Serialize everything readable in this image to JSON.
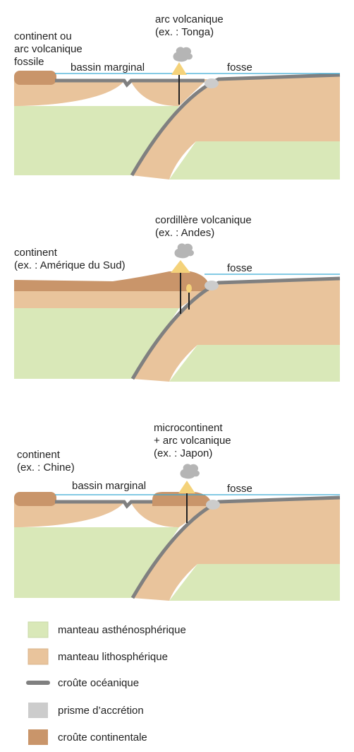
{
  "panels": [
    {
      "labels": {
        "continent": [
          "continent ou",
          "arc volcanique",
          "fossile"
        ],
        "arc": [
          "arc volcanique",
          "(ex. : Tonga)"
        ],
        "basin": "bassin marginal",
        "trench": "fosse"
      }
    },
    {
      "labels": {
        "continent": [
          "continent",
          "(ex. : Amérique du Sud)"
        ],
        "arc": [
          "cordillère volcanique",
          "(ex. : Andes)"
        ],
        "trench": "fosse"
      }
    },
    {
      "labels": {
        "continent": [
          "continent",
          "(ex. : Chine)"
        ],
        "arc": [
          "microcontinent",
          "+ arc volcanique",
          "(ex. : Japon)"
        ],
        "basin": "bassin marginal",
        "trench": "fosse"
      }
    }
  ],
  "legend": [
    {
      "label": "manteau asthénosphérique",
      "kind": "box",
      "color": "#d9e8b8"
    },
    {
      "label": "manteau lithosphérique",
      "kind": "box",
      "color": "#e9c49c"
    },
    {
      "label": "croûte océanique",
      "kind": "line",
      "color": "#808080"
    },
    {
      "label": "prisme d’accrétion",
      "kind": "box",
      "color": "#cccccc"
    },
    {
      "label": "croûte continentale",
      "kind": "box",
      "color": "#c9956a"
    }
  ],
  "colors": {
    "asthenosphere": "#d9e8b8",
    "lithosphere": "#e9c49c",
    "continental_crust": "#c9956a",
    "oceanic_crust": "#808080",
    "prism": "#cccccc",
    "sea": "#3aaad4",
    "volcano": "#f4d27a",
    "smoke": "#b5b5b5",
    "magma": "#f4d27a"
  }
}
